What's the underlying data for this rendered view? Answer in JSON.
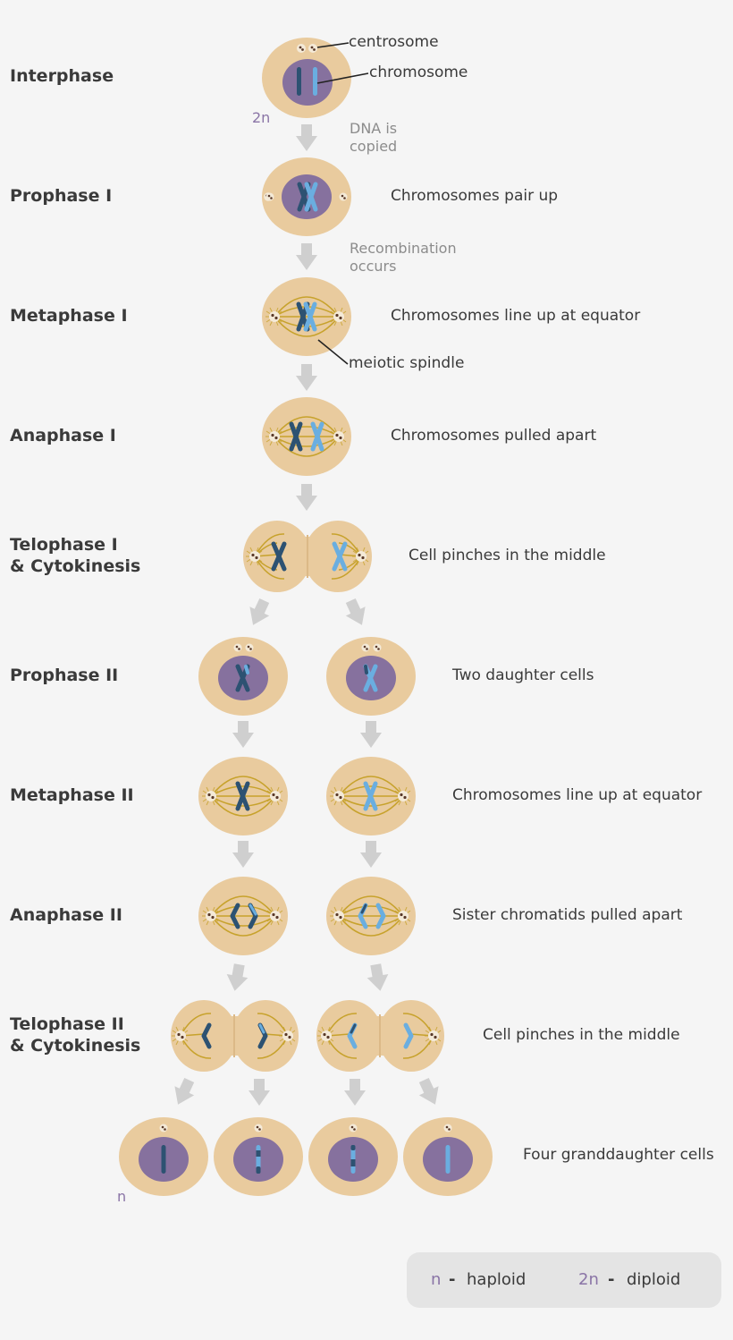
{
  "stages": [
    {
      "name": "Interphase",
      "description": ""
    },
    {
      "name": "Prophase I",
      "description": "Chromosomes pair up"
    },
    {
      "name": "Metaphase I",
      "description": "Chromosomes line up at equator"
    },
    {
      "name": "Anaphase I",
      "description": "Chromosomes pulled apart"
    },
    {
      "name": "Telophase I",
      "name_line2": "& Cytokinesis",
      "description": "Cell pinches in the middle"
    },
    {
      "name": "Prophase II",
      "description": "Two daughter cells"
    },
    {
      "name": "Metaphase II",
      "description": "Chromosomes line up at equator"
    },
    {
      "name": "Anaphase II",
      "description": "Sister chromatids pulled apart"
    },
    {
      "name": "Telophase II",
      "name_line2": "& Cytokinesis",
      "description": "Cell pinches in the middle"
    },
    {
      "name": "",
      "description": "Four granddaughter cells"
    }
  ],
  "callouts": {
    "centrosome": "centrosome",
    "chromosome": "chromosome",
    "meiotic_spindle": "meiotic spindle"
  },
  "transition_notes": {
    "dna_copied_1": "DNA is",
    "dna_copied_2": "copied",
    "recombination_1": "Recombination",
    "recombination_2": "occurs"
  },
  "ploidy_labels": {
    "start": "2n",
    "end": "n"
  },
  "legend": {
    "haploid_symbol": "n",
    "haploid_dash": "-",
    "haploid_label": "haploid",
    "diploid_symbol": "2n",
    "diploid_dash": "-",
    "diploid_label": "diploid"
  },
  "colors": {
    "background": "#f5f5f5",
    "cell": "#e9cb9e",
    "nucleus": "#86719e",
    "chromosome_dark": "#2d5272",
    "chromosome_light": "#6aaee0",
    "spindle": "#c7a22c",
    "arrow": "#cfcfcf",
    "ploidy": "#8a74a6",
    "legend_bg": "#e4e4e4"
  }
}
